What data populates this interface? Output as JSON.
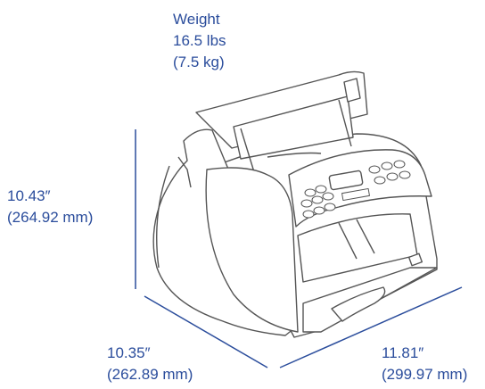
{
  "weight": {
    "line1": "Weight",
    "line2": "16.5 lbs",
    "line3": "(7.5 kg)"
  },
  "height": {
    "imperial": "10.43″",
    "metric": "(264.92 mm)"
  },
  "depth": {
    "imperial": "10.35″",
    "metric": "(262.89 mm)"
  },
  "width": {
    "imperial": "11.81″",
    "metric": "(299.97 mm)"
  },
  "colors": {
    "dimension": "#2b4d9c",
    "outline": "#555555"
  }
}
